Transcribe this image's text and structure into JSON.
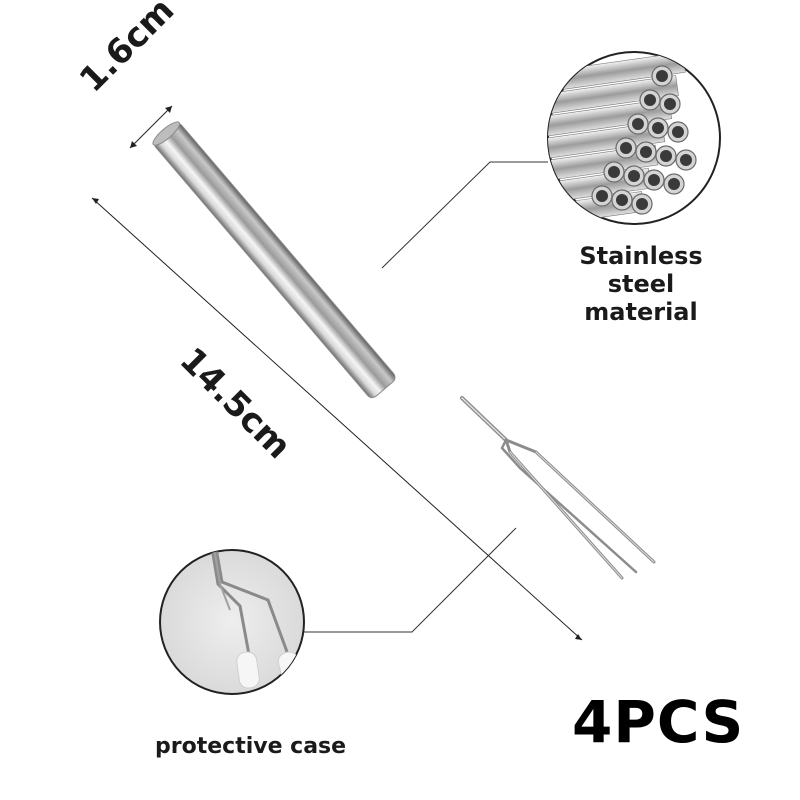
{
  "dimensions": {
    "width": "1.6cm",
    "length": "14.5cm"
  },
  "callouts": {
    "material": "Stainless steel material",
    "case": "protective case"
  },
  "quantity": "4PCS",
  "colors": {
    "background": "#ffffff",
    "text": "#1a1a1a",
    "steel_light": "#e8e8e8",
    "steel_dark": "#7a7a7a",
    "cap": "#f4f4f4"
  }
}
